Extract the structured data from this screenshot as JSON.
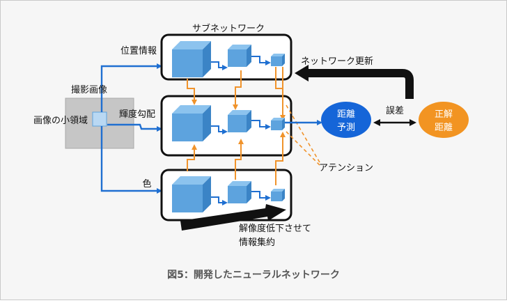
{
  "labels": {
    "subnetwork": "サブネットワーク",
    "position_info": "位置情報",
    "brightness_gradient": "輝度勾配",
    "color": "色",
    "captured_image": "撮影画像",
    "image_small_region": "画像の小領域",
    "network_update": "ネットワーク更新",
    "distance_prediction_line1": "距離",
    "distance_prediction_line2": "予測",
    "error": "誤差",
    "ground_truth_line1": "正解",
    "ground_truth_line2": "距離",
    "attention": "アテンション",
    "downsample_line1": "解像度低下させて",
    "downsample_line2": "情報集約"
  },
  "caption": "図5：開発したニューラルネットワーク",
  "colors": {
    "blue_arrow": "#1f6fd1",
    "orange_arrow": "#f0932b",
    "cube_front": "#5da3de",
    "cube_top": "#8cc3ee",
    "cube_side": "#3b84c6",
    "prediction_fill": "#1565d8",
    "ground_truth_fill": "#f29422",
    "gray_box": "#c6c6c6",
    "feedback_arrow": "#111111"
  }
}
